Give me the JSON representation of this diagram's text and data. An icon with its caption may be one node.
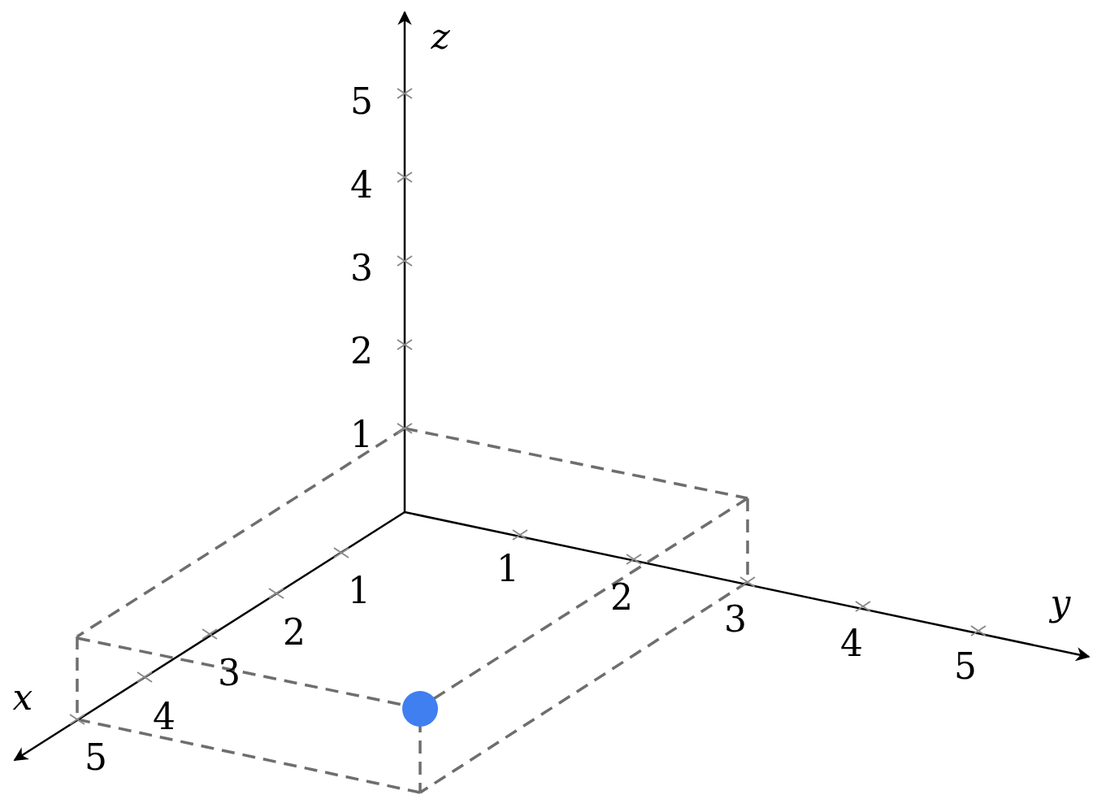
{
  "diagram": {
    "labels": [
      "z",
      "5",
      "4",
      "3",
      "2",
      "1",
      "1",
      "1",
      "2",
      "y",
      "3",
      "2",
      "4",
      "5",
      "3",
      "x",
      "4",
      "5"
    ]
  }
}
